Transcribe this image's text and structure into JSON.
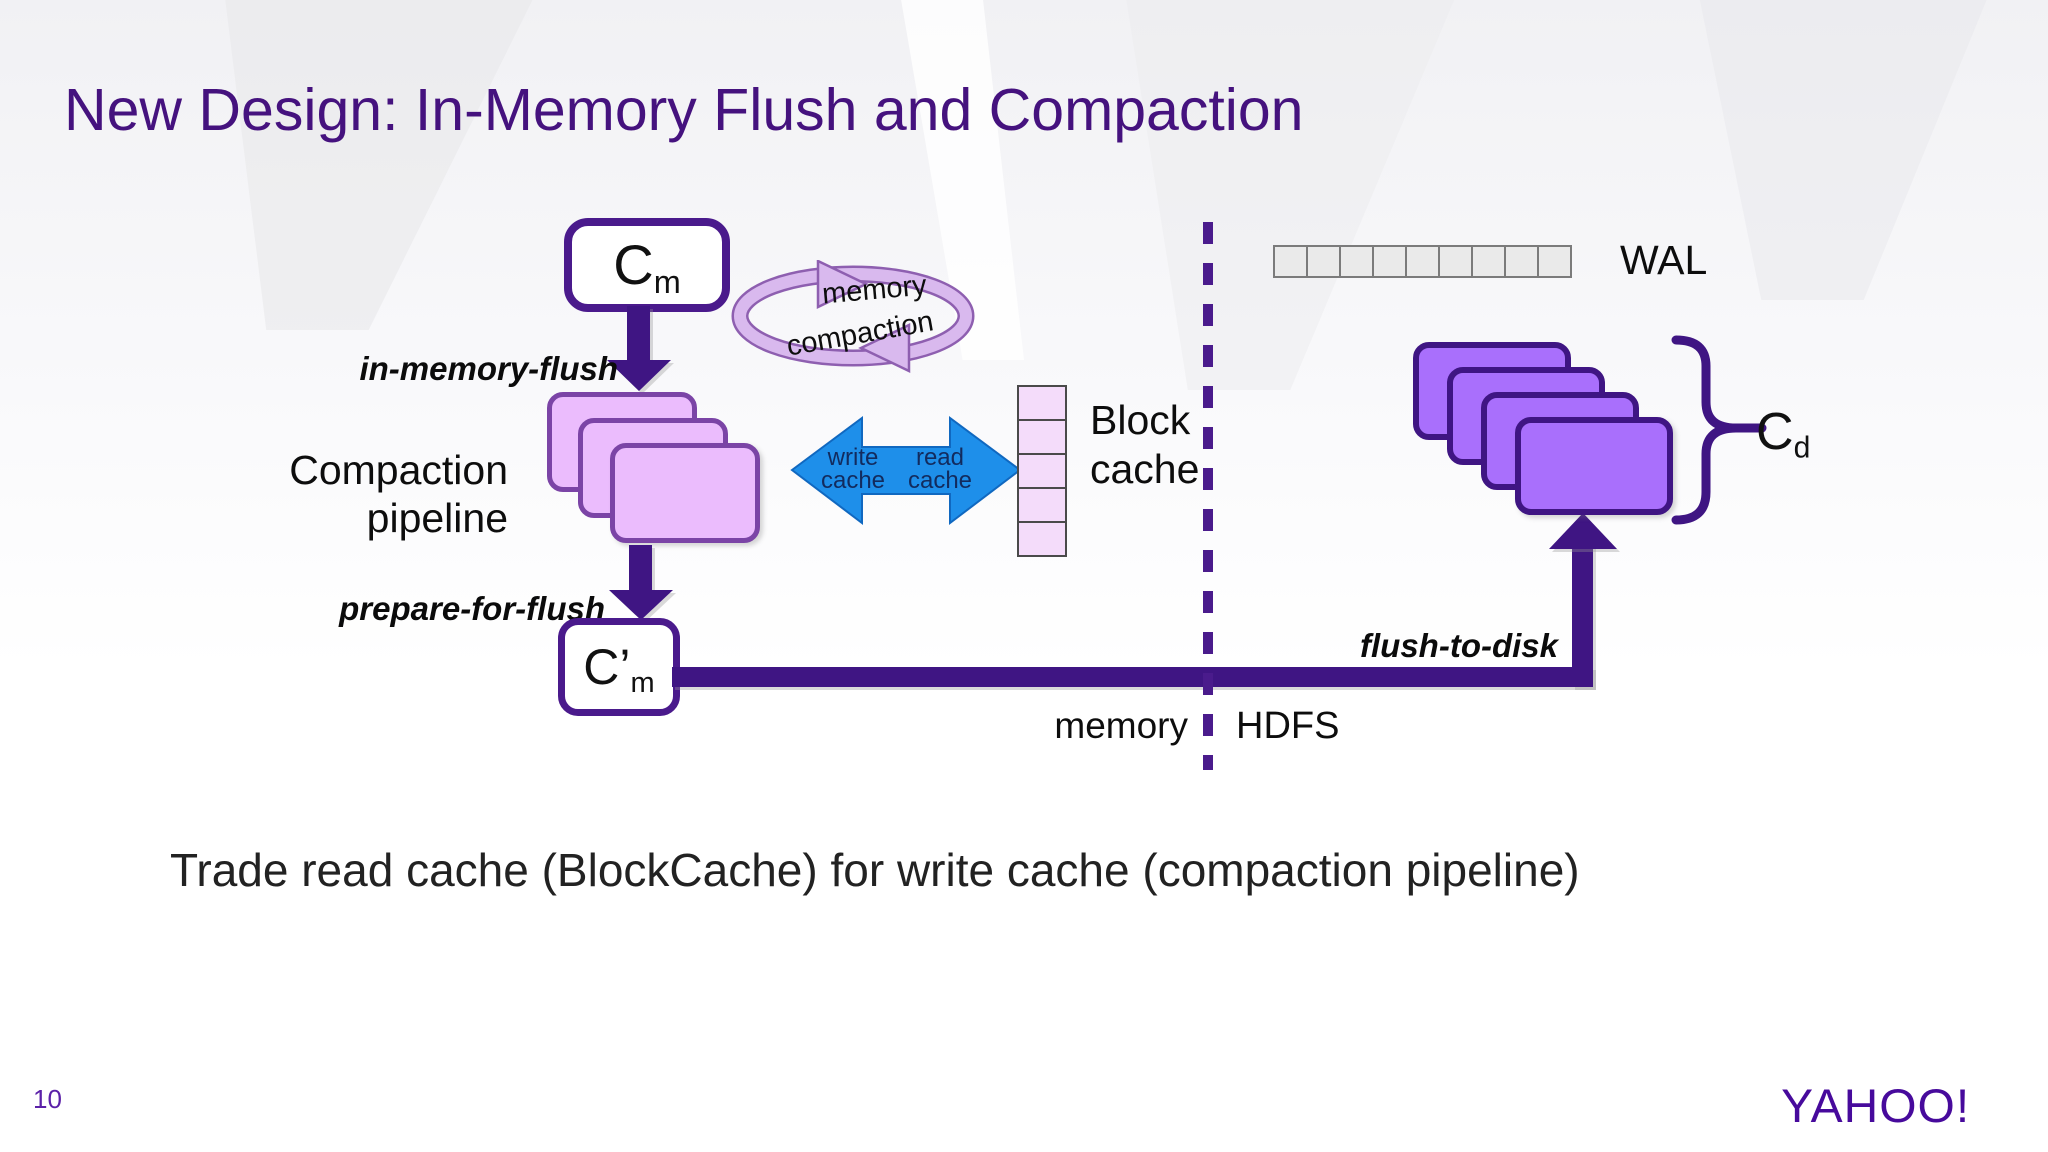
{
  "slide": {
    "title": "New Design: In-Memory Flush and Compaction",
    "summary": "Trade read cache (BlockCache) for write cache (compaction pipeline)",
    "page_number": "10",
    "logo": "YAHOO!"
  },
  "diagram": {
    "memstore_box": {
      "base": "C",
      "sub": "m"
    },
    "snapshot_box": {
      "base": "C’",
      "sub": "m"
    },
    "disk_store": {
      "base": "C",
      "sub": "d"
    },
    "loop": {
      "line1": "memory",
      "line2": "compaction"
    },
    "labels": {
      "in_memory_flush": "in-memory-flush",
      "compaction_pipeline_1": "Compaction",
      "compaction_pipeline_2": "pipeline",
      "prepare_for_flush": "prepare-for-flush",
      "flush_to_disk": "flush-to-disk",
      "memory": "memory",
      "hdfs": "HDFS",
      "wal": "WAL",
      "block_cache_1": "Block",
      "block_cache_2": "cache"
    },
    "cache_arrow": {
      "write_1": "write",
      "write_2": "cache",
      "read_1": "read",
      "read_2": "cache"
    },
    "counts": {
      "pipeline_boxes": 3,
      "disk_boxes": 4,
      "block_cache_cells": 5,
      "wal_cells": 9
    },
    "colors": {
      "title_purple": "#45127E",
      "arrow_purple": "#3F1583",
      "box_border_purple": "#4A1A8C",
      "pipeline_fill": "#EBBCFD",
      "pipeline_border": "#7B44A6",
      "disk_fill": "#A96FFC",
      "loop_fill": "#D9B9EE",
      "loop_border": "#8E5FB0",
      "cache_arrow_blue": "#1E8FEA",
      "block_cache_cell": "#F4DCFA",
      "wal_cell": "#EAEAEA",
      "divider_purple": "#4A1B8C",
      "logo_purple": "#470A9C"
    }
  }
}
